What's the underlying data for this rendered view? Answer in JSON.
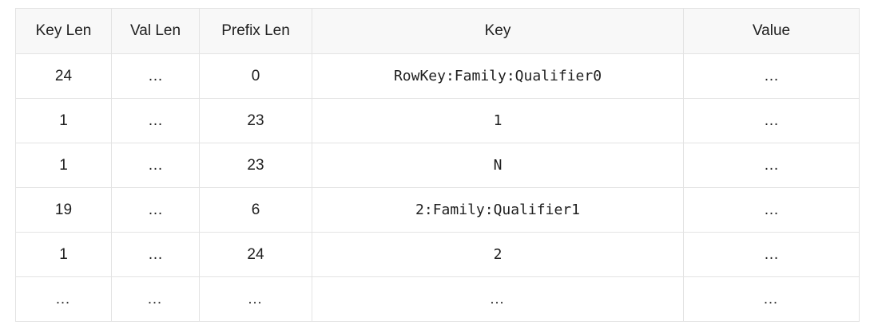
{
  "table": {
    "headers": [
      {
        "label": "Key Len",
        "align": "center"
      },
      {
        "label": "Val Len",
        "align": "center"
      },
      {
        "label": "Prefix Len",
        "align": "center"
      },
      {
        "label": "Key",
        "align": "center"
      },
      {
        "label": "Value",
        "align": "center"
      }
    ],
    "rows": [
      {
        "key_len": "24",
        "val_len": "…",
        "prefix_len": "0",
        "key": "RowKey:Family:Qualifier0",
        "value": "…"
      },
      {
        "key_len": "1",
        "val_len": "…",
        "prefix_len": "23",
        "key": "1",
        "value": "…"
      },
      {
        "key_len": "1",
        "val_len": "…",
        "prefix_len": "23",
        "key": "N",
        "value": "…"
      },
      {
        "key_len": "19",
        "val_len": "…",
        "prefix_len": "6",
        "key": "2:Family:Qualifier1",
        "value": "…"
      },
      {
        "key_len": "1",
        "val_len": "…",
        "prefix_len": "24",
        "key": "2",
        "value": "…"
      },
      {
        "key_len": "…",
        "val_len": "…",
        "prefix_len": "…",
        "key": "…",
        "value": "…"
      }
    ]
  },
  "colors": {
    "header_background": "#f8f8f8",
    "cell_background": "#ffffff",
    "border": "#e3e3e3",
    "text": "#202020",
    "page_background": "#ffffff"
  }
}
